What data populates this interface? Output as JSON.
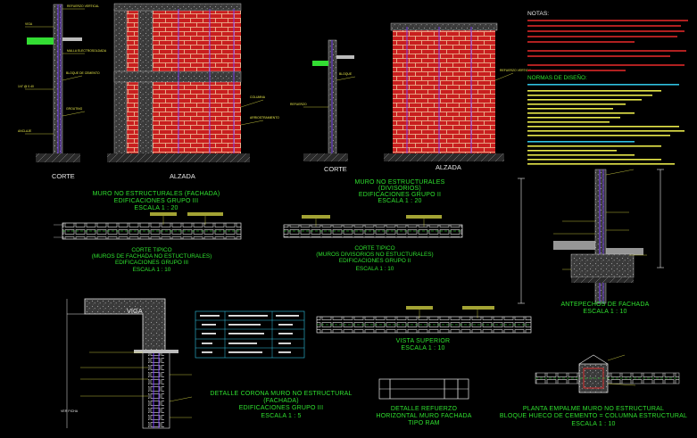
{
  "sheet": {
    "section1": {
      "corte": "CORTE",
      "alzada": "ALZADA",
      "title": "MURO  NO  ESTRUCTURALES (FACHADA)",
      "sub": "EDIFICACIONES GRUPO III",
      "scale": "ESCALA 1 : 20"
    },
    "section2": {
      "corte": "CORTE",
      "alzada": "ALZADA",
      "title": "MURO  NO  ESTRUCTURALES",
      "title2": "(DIVISORIOS)",
      "sub": "EDIFICACIONES GRUPO II",
      "scale": "ESCALA 1 : 20"
    },
    "corte1": {
      "title": "CORTE TIPICO",
      "line2": "(MUROS DE FACHADA NO ESTUCTURALES)",
      "line3": "EDIFICACIONES GRUPO III",
      "scale": "ESCALA 1 : 10"
    },
    "corte2": {
      "title": "CORTE TIPICO",
      "line2": "(MUROS DIVISORIOS NO ESTUCTURALES)",
      "line3": "EDIFICACIONES GRUPO II",
      "scale": "ESCALA 1 : 10"
    },
    "antepechos": {
      "title": "ANTEPECHOS DE FACHADA",
      "scale": "ESCALA 1 : 10"
    },
    "vista": {
      "title": "VISTA SUPERIOR",
      "scale": "ESCALA 1 : 10"
    },
    "corona": {
      "title": "DETALLE CORONA MURO NO ESTRUCTURAL",
      "line2": "(FACHADA)",
      "line3": "EDIFICACIONES GRUPO III",
      "scale": "ESCALA 1 : 5"
    },
    "refuerzo": {
      "title": "DETALLE REFUERZO",
      "line2": "HORIZONTAL MURO FACHADA",
      "line3": "TIPO RAM"
    },
    "planta": {
      "title": "PLANTA EMPALME MURO NO ESTRUCTURAL",
      "line2": "BLOQUE HUECO DE CEMENTO = COLUMNA ESTRUCTURAL",
      "scale": "ESCALA 1 : 10"
    },
    "viga": "VIGA",
    "notes": {
      "heading": "NOTAS:",
      "normas": "NORMAS DE DISEÑO:"
    }
  },
  "colors": {
    "background": "#000000",
    "brick": "#c81e1e",
    "mortar": "#f0c8a0",
    "title_text": "#2fe02f",
    "label_text": "#e8e8e8",
    "rebar": "#7a3cff",
    "leader": "#e8e84a",
    "column": "#8a8a8a"
  }
}
